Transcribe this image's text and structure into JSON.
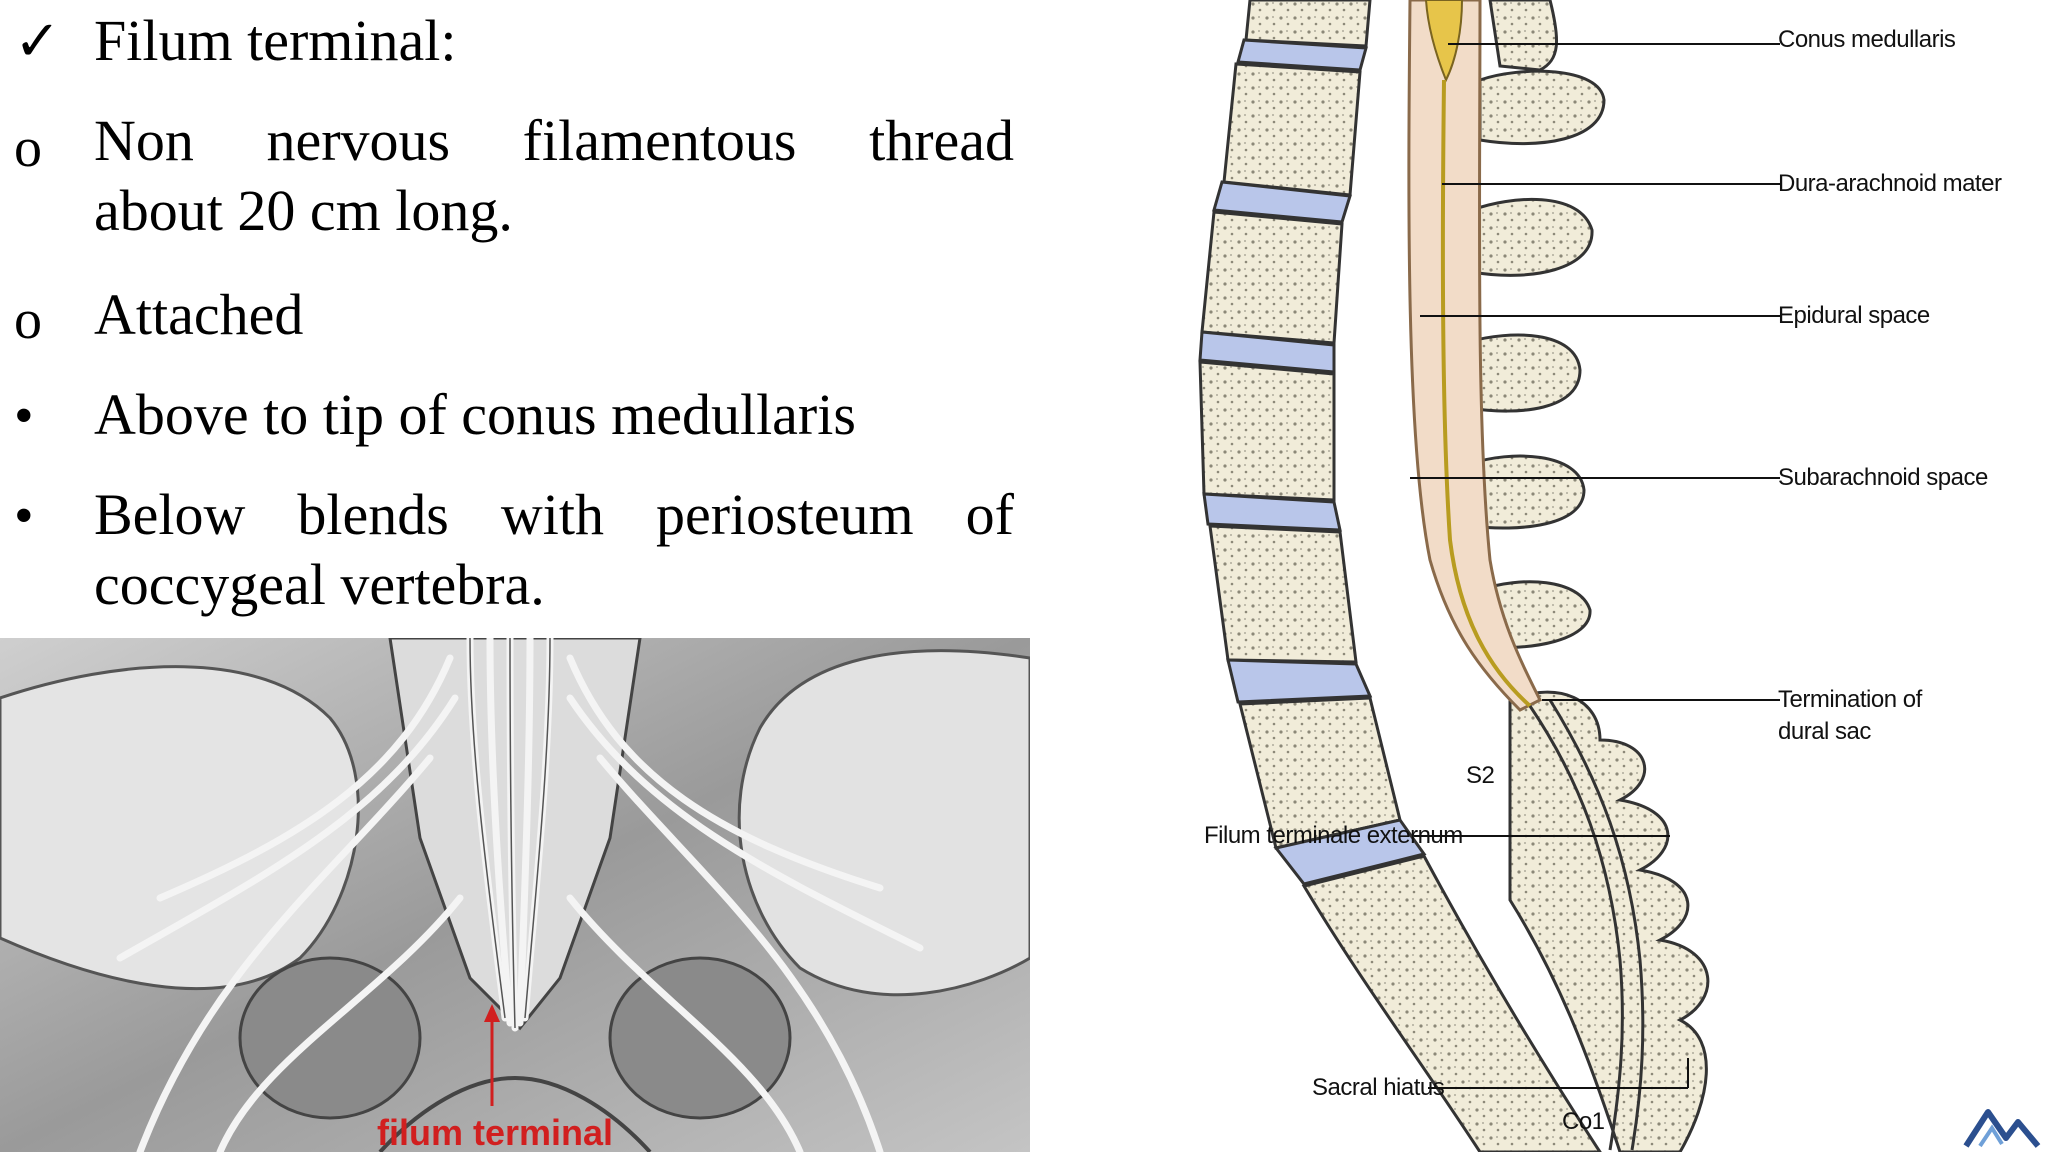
{
  "bullets": [
    {
      "marker": "✓",
      "text": "Filum terminal:"
    },
    {
      "marker": "o",
      "line1": "Non nervous filamentous thread",
      "line2": "about 20 cm long."
    },
    {
      "marker": "o",
      "text": "Attached"
    },
    {
      "marker": "•",
      "text": "Above to tip of conus medullaris"
    },
    {
      "marker": "•",
      "line1": "Below blends with periosteum of",
      "line2": "coccygeal  vertebra."
    }
  ],
  "pelvis_caption": "filum terminal",
  "spine_labels": {
    "conus": "Conus medullaris",
    "dura": "Dura-arachnoid mater",
    "epidural": "Epidural space",
    "subarachnoid": "Subarachnoid space",
    "termination_1": "Termination of",
    "termination_2": "dural sac",
    "s2": "S2",
    "filum_ext": "Filum terminale externum",
    "sacral": "Sacral hiatus",
    "co1": "Co1"
  },
  "colors": {
    "caption_red": "#d11f1f",
    "disc_blue": "#b9c6ea",
    "bone_fill": "#f1ecd9",
    "dural_pink": "#f2dcc8",
    "cord_yellow": "#e7c54a",
    "logo_blue": "#2b4f8f"
  }
}
